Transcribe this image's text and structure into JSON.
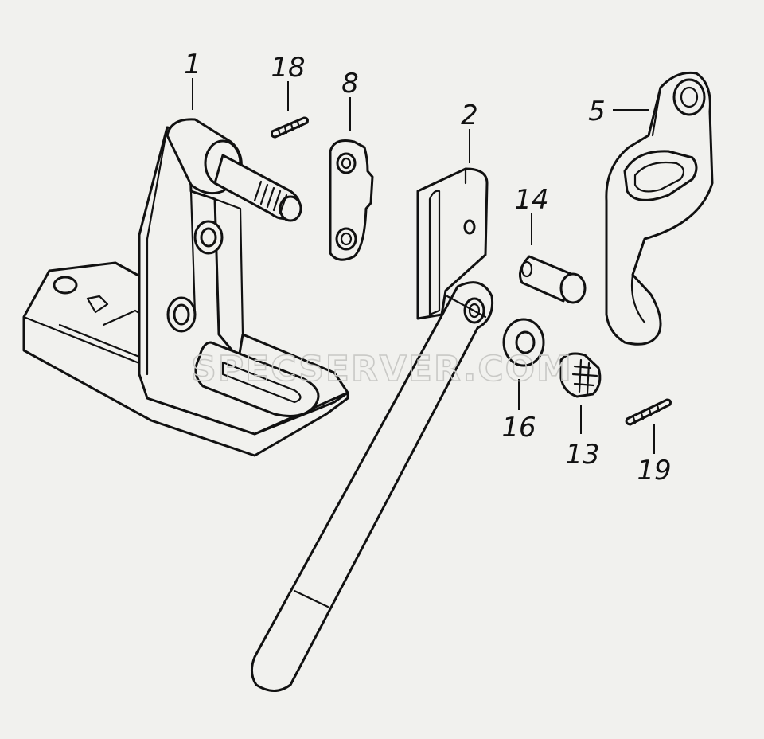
{
  "callouts": {
    "part_1": "1",
    "part_2": "2",
    "part_5": "5",
    "part_8": "8",
    "part_13": "13",
    "part_14": "14",
    "part_16": "16",
    "part_18": "18",
    "part_19": "19"
  },
  "watermark": "SPECSERVER.COM"
}
